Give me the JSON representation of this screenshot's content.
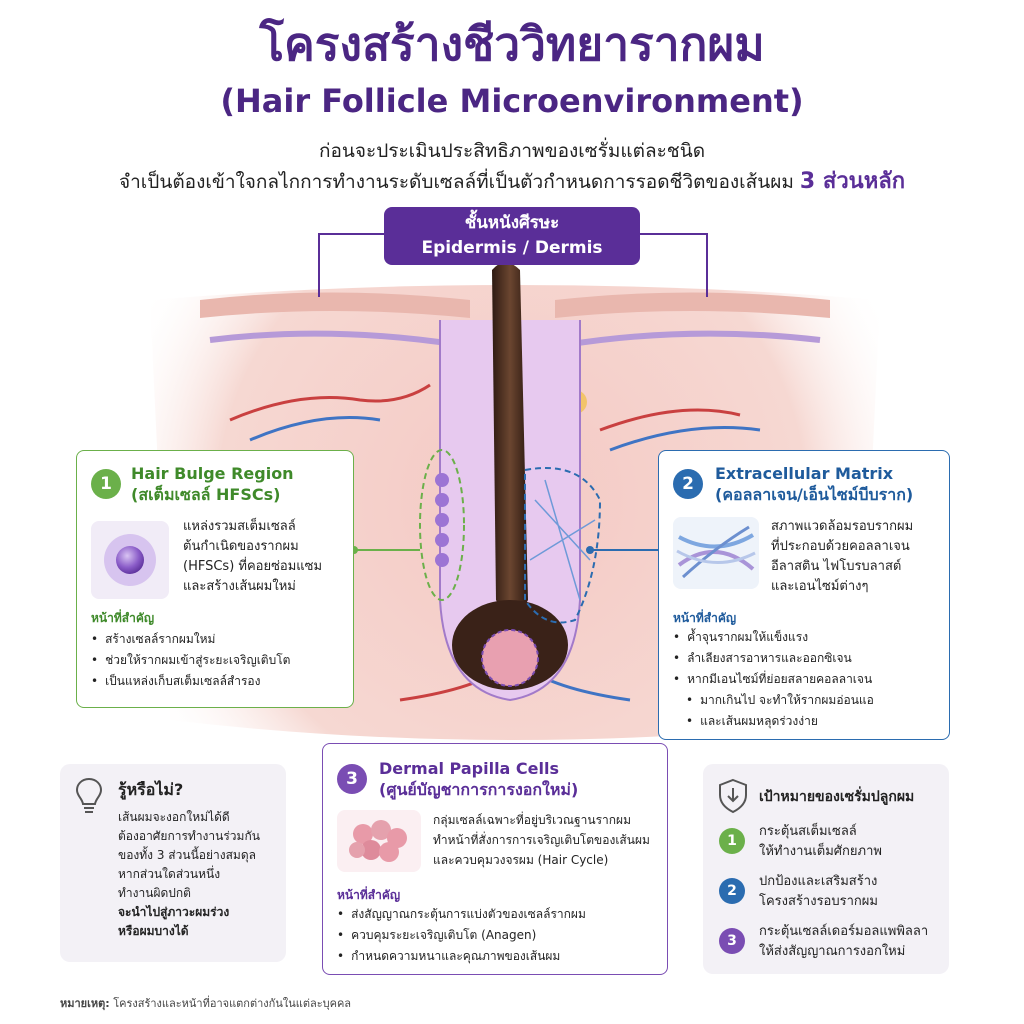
{
  "header": {
    "title": "โครงสร้างชีววิทยารากผม",
    "subtitle": "(Hair Follicle Microenvironment)",
    "intro_line1": "ก่อนจะประเมินประสิทธิภาพของเซรั่มแต่ละชนิด",
    "intro_line2": "จำเป็นต้องเข้าใจกลไกการทำงานระดับเซลล์ที่เป็นตัวกำหนดการรอดชีวิตของเส้นผม",
    "intro_highlight": "3 ส่วนหลัก"
  },
  "scalp_label": {
    "line1": "ชั้นหนังศีรษะ",
    "line2": "Epidermis / Dermis"
  },
  "cards": {
    "bulge": {
      "number": "1",
      "title": "Hair Bulge Region",
      "subtitle": "(สเต็มเซลล์ HFSCs)",
      "description": [
        "แหล่งรวมสเต็มเซลล์",
        "ต้นกำเนิดของรากผม",
        "(HFSCs) ที่คอยซ่อมแซม",
        "และสร้างเส้นผมใหม่"
      ],
      "role_label": "หน้าที่สำคัญ",
      "roles": [
        "สร้างเซลล์รากผมใหม่",
        "ช่วยให้รากผมเข้าสู่ระยะเจริญเติบโต",
        "เป็นแหล่งเก็บสเต็มเซลล์สำรอง"
      ],
      "color": "#6bb04a"
    },
    "ecm": {
      "number": "2",
      "title": "Extracellular Matrix",
      "subtitle": "(คอลลาเจน/เอ็นไซม์บีบราก)",
      "description": [
        "สภาพแวดล้อมรอบรากผม",
        "ที่ประกอบด้วยคอลลาเจน",
        "อีลาสติน ไฟโบรบลาสต์",
        "และเอนไซม์ต่างๆ"
      ],
      "role_label": "หน้าที่สำคัญ",
      "roles": [
        "ค้ำจุนรากผมให้แข็งแรง",
        "ลำเลียงสารอาหารและออกซิเจน",
        "หากมีเอนไซม์ที่ย่อยสลายคอลลาเจน",
        "มากเกินไป จะทำให้รากผมอ่อนแอ",
        "และเส้นผมหลุดร่วงง่าย"
      ],
      "color": "#2b6cb0"
    },
    "papilla": {
      "number": "3",
      "title": "Dermal Papilla Cells",
      "subtitle": "(ศูนย์บัญชาการการงอกใหม่)",
      "description": [
        "กลุ่มเซลล์เฉพาะที่อยู่บริเวณฐานรากผม",
        "ทำหน้าที่สั่งการการเจริญเติบโตของเส้นผม",
        "และควบคุมวงจรผม (Hair Cycle)"
      ],
      "role_label": "หน้าที่สำคัญ",
      "roles": [
        "ส่งสัญญาณกระตุ้นการแบ่งตัวของเซลล์รากผม",
        "ควบคุมระยะเจริญเติบโต (Anagen)",
        "กำหนดความหนาและคุณภาพของเส้นผม"
      ],
      "color": "#7a4db3"
    }
  },
  "did_you_know": {
    "title": "รู้หรือไม่?",
    "lines": [
      "เส้นผมจะงอกใหม่ได้ดี",
      "ต้องอาศัยการทำงานร่วมกัน",
      "ของทั้ง 3 ส่วนนี้อย่างสมดุล",
      "หากส่วนใดส่วนหนึ่ง",
      "ทำงานผิดปกติ"
    ],
    "bold_lines": [
      "จะนำไปสู่ภาวะผมร่วง",
      "หรือผมบางได้"
    ],
    "icon": "lightbulb-icon"
  },
  "goal": {
    "title": "เป้าหมายของเซรั่มปลูกผม",
    "icon": "shield-check-icon",
    "items": [
      {
        "number": "1",
        "line1": "กระตุ้นสเต็มเซลล์",
        "line2": "ให้ทำงานเต็มศักยภาพ",
        "color": "#6bb04a"
      },
      {
        "number": "2",
        "line1": "ปกป้องและเสริมสร้าง",
        "line2": "โครงสร้างรอบรากผม",
        "color": "#2b6cb0"
      },
      {
        "number": "3",
        "line1": "กระตุ้นเซลล์เดอร์มอลแพพิลลา",
        "line2": "ให้ส่งสัญญาณการงอกใหม่",
        "color": "#7a4db3"
      }
    ]
  },
  "note": {
    "label": "หมายเหตุ:",
    "text": "โครงสร้างและหน้าที่อาจแตกต่างกันในแต่ละบุคคล"
  },
  "colors": {
    "brand_purple": "#4b2683",
    "green": "#6bb04a",
    "blue": "#2b6cb0",
    "purple": "#7a4db3"
  }
}
